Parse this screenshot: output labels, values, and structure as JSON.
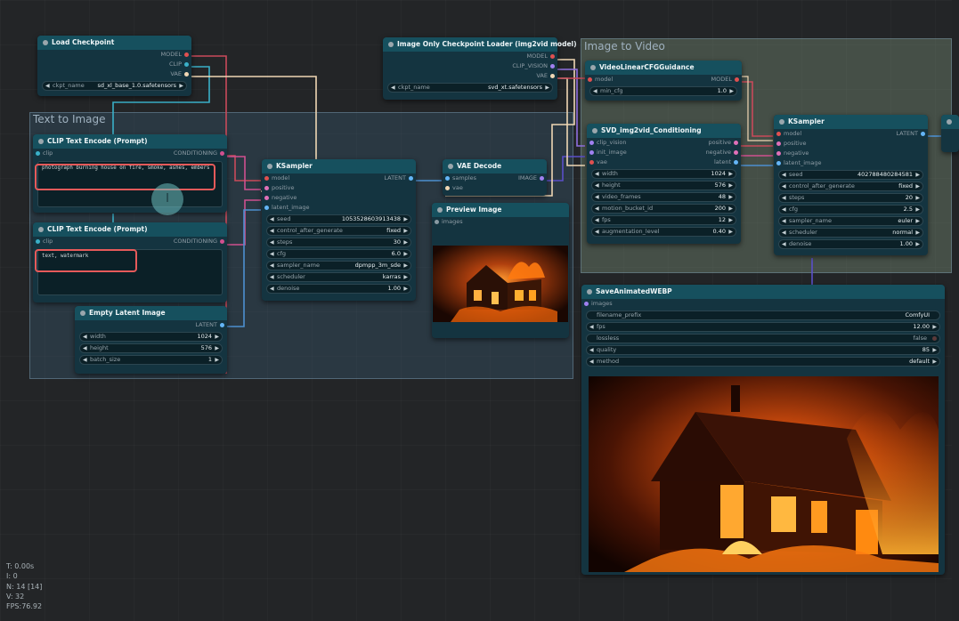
{
  "groups": {
    "text_to_image": "Text to Image",
    "image_to_video": "Image to Video"
  },
  "nodes": {
    "load_checkpoint": {
      "title": "Load Checkpoint",
      "outputs": [
        "MODEL",
        "CLIP",
        "VAE"
      ],
      "widget": {
        "label": "ckpt_name",
        "value": "sd_xl_base_1.0.safetensors"
      }
    },
    "img_only_loader": {
      "title": "Image Only Checkpoint Loader (img2vid model)",
      "outputs": [
        "MODEL",
        "CLIP_VISION",
        "VAE"
      ],
      "widget": {
        "label": "ckpt_name",
        "value": "svd_xt.safetensors"
      }
    },
    "clip_pos": {
      "title": "CLIP Text Encode (Prompt)",
      "input": "clip",
      "output": "CONDITIONING",
      "text": "photograph burning house on fire, smoke, ashes, embers"
    },
    "clip_neg": {
      "title": "CLIP Text Encode (Prompt)",
      "input": "clip",
      "output": "CONDITIONING",
      "text": "text, watermark"
    },
    "empty_latent": {
      "title": "Empty Latent Image",
      "output": "LATENT",
      "widgets": [
        {
          "label": "width",
          "value": "1024"
        },
        {
          "label": "height",
          "value": "576"
        },
        {
          "label": "batch_size",
          "value": "1"
        }
      ]
    },
    "ksampler1": {
      "title": "KSampler",
      "inputs": [
        "model",
        "positive",
        "negative",
        "latent_image"
      ],
      "output": "LATENT",
      "widgets": [
        {
          "label": "seed",
          "value": "1053528603913438"
        },
        {
          "label": "control_after_generate",
          "value": "fixed"
        },
        {
          "label": "steps",
          "value": "30"
        },
        {
          "label": "cfg",
          "value": "6.0"
        },
        {
          "label": "sampler_name",
          "value": "dpmpp_3m_sde"
        },
        {
          "label": "scheduler",
          "value": "karras"
        },
        {
          "label": "denoise",
          "value": "1.00"
        }
      ]
    },
    "vae_decode": {
      "title": "VAE Decode",
      "inputs": [
        "samples",
        "vae"
      ],
      "output": "IMAGE"
    },
    "preview": {
      "title": "Preview Image",
      "input": "images"
    },
    "video_cfg": {
      "title": "VideoLinearCFGGuidance",
      "input": "model",
      "output": "MODEL",
      "widget": {
        "label": "min_cfg",
        "value": "1.0"
      }
    },
    "svd_cond": {
      "title": "SVD_img2vid_Conditioning",
      "inputs": [
        "clip_vision",
        "init_image",
        "vae"
      ],
      "outputs": [
        "positive",
        "negative",
        "latent"
      ],
      "widgets": [
        {
          "label": "width",
          "value": "1024"
        },
        {
          "label": "height",
          "value": "576"
        },
        {
          "label": "video_frames",
          "value": "48"
        },
        {
          "label": "motion_bucket_id",
          "value": "200"
        },
        {
          "label": "fps",
          "value": "12"
        },
        {
          "label": "augmentation_level",
          "value": "0.40"
        }
      ]
    },
    "ksampler2": {
      "title": "KSampler",
      "inputs": [
        "model",
        "positive",
        "negative",
        "latent_image"
      ],
      "output": "LATENT",
      "widgets": [
        {
          "label": "seed",
          "value": "402788480284581"
        },
        {
          "label": "control_after_generate",
          "value": "fixed"
        },
        {
          "label": "steps",
          "value": "20"
        },
        {
          "label": "cfg",
          "value": "2.5"
        },
        {
          "label": "sampler_name",
          "value": "euler"
        },
        {
          "label": "scheduler",
          "value": "normal"
        },
        {
          "label": "denoise",
          "value": "1.00"
        }
      ]
    },
    "save_webp": {
      "title": "SaveAnimatedWEBP",
      "input": "images",
      "widgets": [
        {
          "label": "filename_prefix",
          "value": "ComfyUI"
        },
        {
          "label": "fps",
          "value": "12.00"
        },
        {
          "label": "lossless",
          "value": "false"
        },
        {
          "label": "quality",
          "value": "85"
        },
        {
          "label": "method",
          "value": "default"
        }
      ]
    }
  },
  "stats": [
    "T: 0.00s",
    "I: 0",
    "N: 14 [14]",
    "V: 32",
    "FPS:76.92"
  ],
  "icons": {
    "cursor": "text-cursor-icon",
    "arrow_left": "◀",
    "arrow_right": "▶"
  },
  "colors": {
    "model": "#c86a8c",
    "clip": "#e8d24a",
    "vae": "#e05050",
    "conditioning": "#f0a040",
    "latent": "#e070b8",
    "image": "#64b5f6",
    "highlight": "#e65a5a"
  }
}
